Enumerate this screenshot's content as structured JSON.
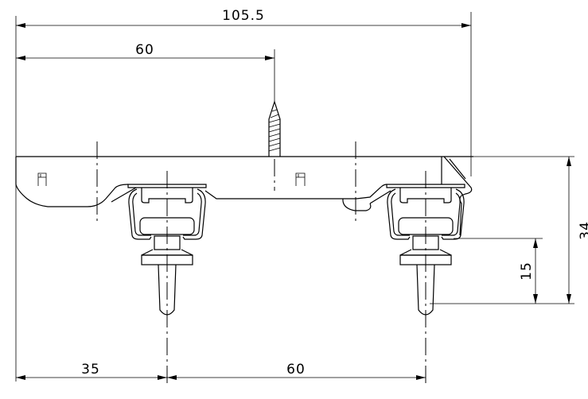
{
  "drawing": {
    "dimensions": {
      "overall_width": "105.5",
      "screw_offset": "60",
      "left_to_runner": "35",
      "runner_spacing": "60",
      "total_height": "34",
      "hook_height": "15"
    },
    "colors": {
      "line": "#000000",
      "background": "#ffffff"
    }
  }
}
